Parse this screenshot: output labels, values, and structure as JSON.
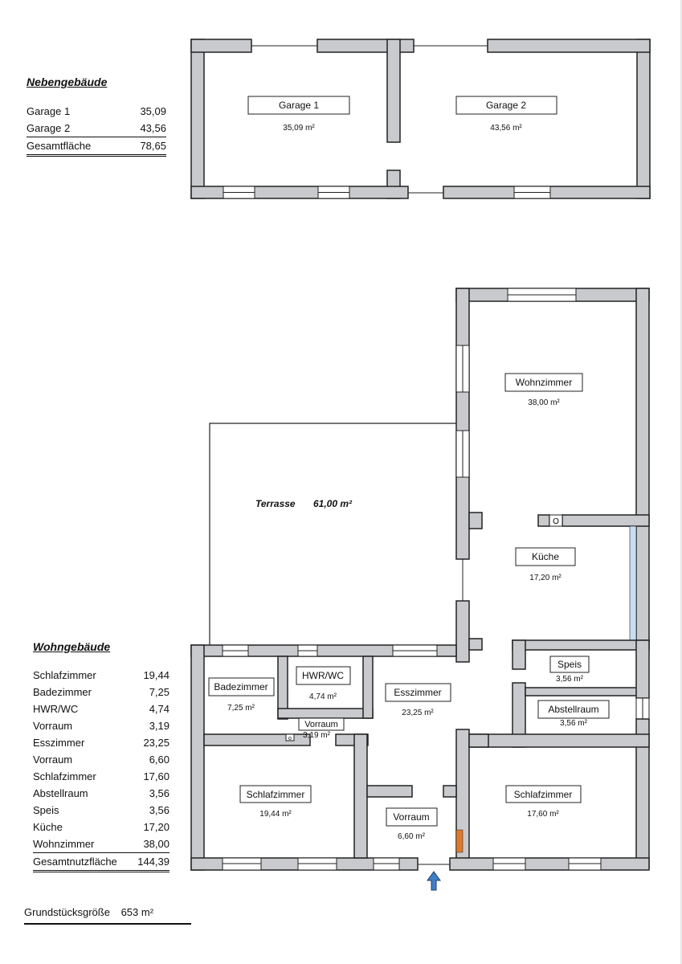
{
  "nebengebaeude": {
    "title": "Nebengebäude",
    "rows": [
      {
        "name": "Garage 1",
        "value": "35,09"
      },
      {
        "name": "Garage 2",
        "value": "43,56"
      }
    ],
    "total": {
      "name": "Gesamtfläche",
      "value": "78,65"
    }
  },
  "wohngebaeude": {
    "title": "Wohngebäude",
    "rows": [
      {
        "name": "Schlafzimmer",
        "value": "19,44"
      },
      {
        "name": "Badezimmer",
        "value": "7,25"
      },
      {
        "name": "HWR/WC",
        "value": "4,74"
      },
      {
        "name": "Vorraum",
        "value": "3,19"
      },
      {
        "name": "Esszimmer",
        "value": "23,25"
      },
      {
        "name": "Vorraum",
        "value": "6,60"
      },
      {
        "name": "Schlafzimmer",
        "value": "17,60"
      },
      {
        "name": "Abstellraum",
        "value": "3,56"
      },
      {
        "name": "Speis",
        "value": "3,56"
      },
      {
        "name": "Küche",
        "value": "17,20"
      },
      {
        "name": "Wohnzimmer",
        "value": "38,00"
      }
    ],
    "total": {
      "name": "Gesamtnutzfläche",
      "value": "144,39"
    }
  },
  "plot": {
    "label": "Grundstücksgröße",
    "value": "653 m²"
  },
  "plan": {
    "garage1": {
      "name": "Garage 1",
      "area": "35,09 m²"
    },
    "garage2": {
      "name": "Garage 2",
      "area": "43,56 m²"
    },
    "terrasse": {
      "name": "Terrasse",
      "area": "61,00 m²"
    },
    "wohnzimmer": {
      "name": "Wohnzimmer",
      "area": "38,00 m²"
    },
    "kueche": {
      "name": "Küche",
      "area": "17,20 m²"
    },
    "speis": {
      "name": "Speis",
      "area": "3,56 m²"
    },
    "abstellraum": {
      "name": "Abstellraum",
      "area": "3,56 m²"
    },
    "badezimmer": {
      "name": "Badezimmer",
      "area": "7,25 m²"
    },
    "hwr": {
      "name": "HWR/WC",
      "area": "4,74 m²"
    },
    "vorraum1": {
      "name": "Vorraum",
      "area": "3,19 m²"
    },
    "esszimmer": {
      "name": "Esszimmer",
      "area": "23,25 m²"
    },
    "schlafzimmer1": {
      "name": "Schlafzimmer",
      "area": "19,44 m²"
    },
    "schlafzimmer2": {
      "name": "Schlafzimmer",
      "area": "17,60 m²"
    },
    "vorraum2": {
      "name": "Vorraum",
      "area": "6,60 m²"
    },
    "chimney_marker": "O",
    "small_marker": "o",
    "entrance_arrow_color": "#3f7fc8",
    "wall_color": "#c9cacd",
    "window_highlight_color": "#c8dcf2",
    "door_mark_color": "#e07a2a"
  }
}
